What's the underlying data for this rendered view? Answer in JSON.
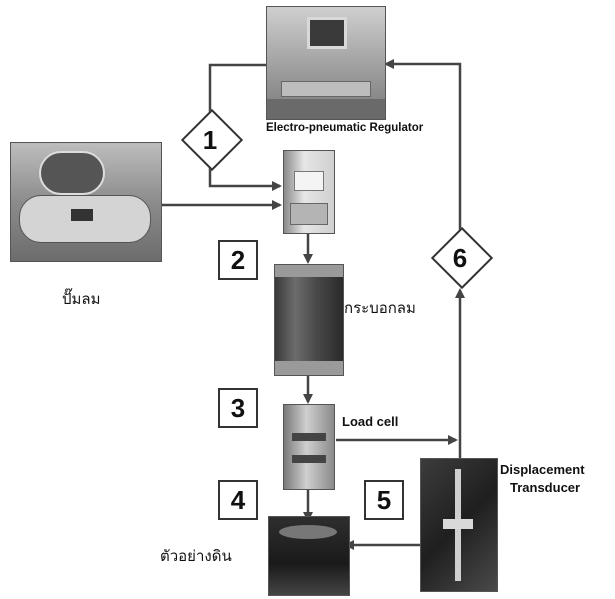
{
  "labels": {
    "regulator": "Electro-pneumatic Regulator",
    "pump": "ปั๊มลม",
    "cylinder": "กระบอกลม",
    "load_cell": "Load cell",
    "transducer_line1": "Displacement",
    "transducer_line2": "Transducer",
    "soil_sample": "ตัวอย่างดิน"
  },
  "steps": {
    "s1": "1",
    "s2": "2",
    "s3": "3",
    "s4": "4",
    "s5": "5",
    "s6": "6"
  }
}
